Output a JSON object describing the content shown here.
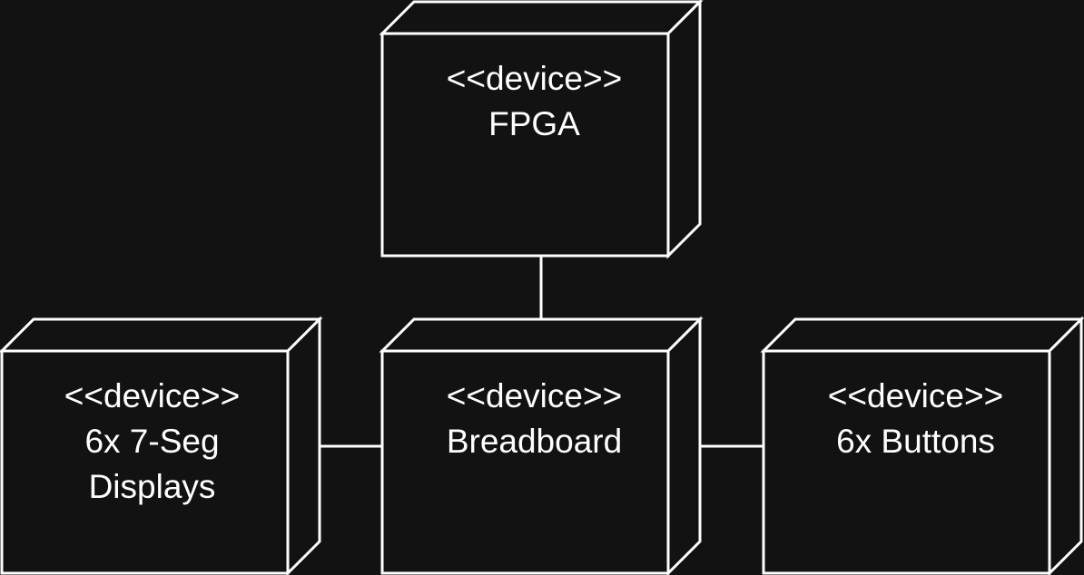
{
  "diagram": {
    "nodes": [
      {
        "id": "fpga",
        "stereotype": "<<device>>",
        "lines": [
          "FPGA"
        ]
      },
      {
        "id": "seg",
        "stereotype": "<<device>>",
        "lines": [
          "6x 7-Seg",
          "Displays"
        ]
      },
      {
        "id": "breadboard",
        "stereotype": "<<device>>",
        "lines": [
          "Breadboard"
        ]
      },
      {
        "id": "buttons",
        "stereotype": "<<device>>",
        "lines": [
          "6x Buttons"
        ]
      }
    ],
    "edges": [
      {
        "from": "fpga",
        "to": "breadboard"
      },
      {
        "from": "seg",
        "to": "breadboard"
      },
      {
        "from": "breadboard",
        "to": "buttons"
      }
    ]
  },
  "colors": {
    "background": "#121212",
    "stroke": "#ffffff",
    "text": "#ffffff"
  }
}
